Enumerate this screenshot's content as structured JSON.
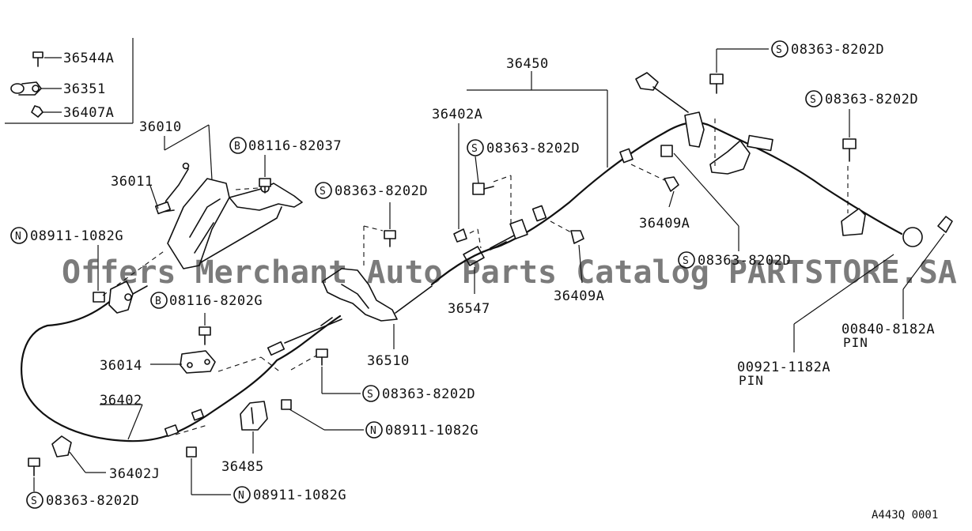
{
  "diagram_code": "A443Q 0001",
  "watermark": "Offers Merchant Auto Parts Catalog PARTSTORE.SA",
  "legend": [
    {
      "part_no": "36544A",
      "icon": "bolt-icon"
    },
    {
      "part_no": "36351",
      "icon": "clip-icon"
    },
    {
      "part_no": "36407A",
      "icon": "grommet-icon"
    }
  ],
  "labels": {
    "p36010": "36010",
    "p36011": "36011",
    "p36014": "36014",
    "p36402": "36402",
    "p36402J": "36402J",
    "p36485": "36485",
    "p36510": "36510",
    "p36547": "36547",
    "p36450": "36450",
    "p36402A": "36402A",
    "p36409A_top": "36409A",
    "p36409A_mid": "36409A",
    "b08116_82037": "08116-82037",
    "b08116_8202G": "08116-8202G",
    "n08911_left": "08911-1082G",
    "n08911_mid": "08911-1082G",
    "n08911_bottom": "08911-1082G",
    "s08363_a": "08363-8202D",
    "s08363_b": "08363-8202D",
    "s08363_c": "08363-8202D",
    "s08363_d": "08363-8202D",
    "s08363_e": "08363-8202D",
    "s08363_f": "08363-8202D",
    "s08363_g": "08363-8202D",
    "p00840": "00840-8182A",
    "p00840_pin": "PIN",
    "p00921": "00921-1182A",
    "p00921_pin": "PIN"
  },
  "prefix_letters": {
    "bolt_b": "B",
    "nut_n": "N",
    "screw_s": "S"
  }
}
